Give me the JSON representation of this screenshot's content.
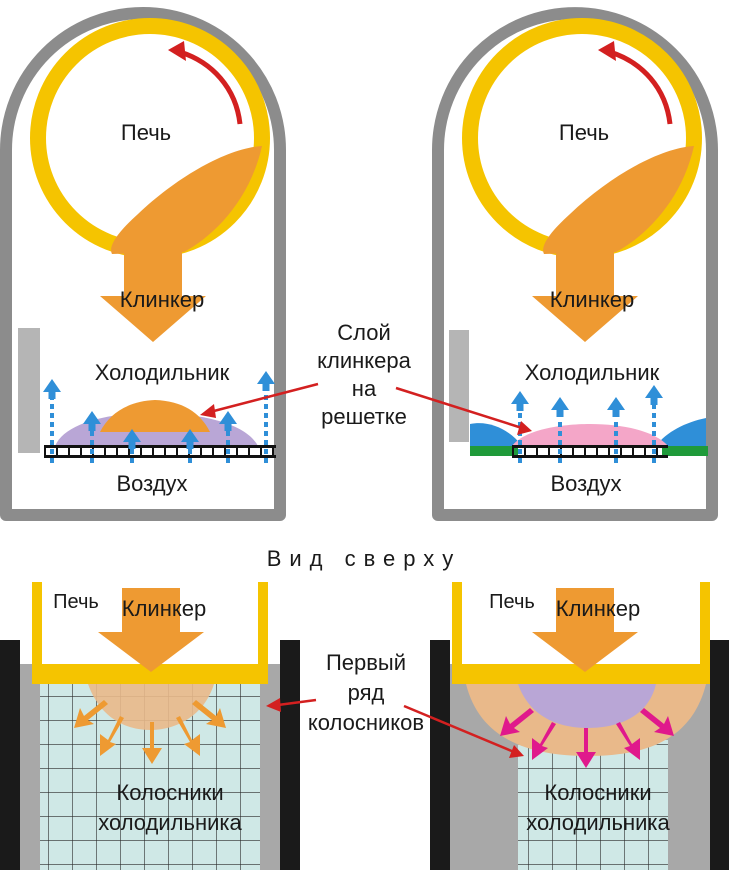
{
  "labels": {
    "kiln": "Печь",
    "clinker": "Клинкер",
    "cooler": "Холодильник",
    "air": "Воздух",
    "layer_line1": "Слой",
    "layer_line2": "клинкера",
    "layer_line3": "на",
    "layer_line4": "решетке",
    "top_view": "Вид сверху",
    "first_row_line1": "Первый",
    "first_row_line2": "ряд",
    "first_row_line3": "колосников",
    "grates_line1": "Колосники",
    "grates_line2": "холодильника"
  },
  "colors": {
    "shell": "#8c8c8c",
    "kiln_ring": "#f5c400",
    "clinker": "#ee9a32",
    "air": "#2f8fd8",
    "arrow_red": "#d32020",
    "layer_pink": "#f4a6c8",
    "layer_lilac": "#b9a6d6",
    "grate_fill": "#cfe8e6",
    "fan_arrow": "#e0198c",
    "green_bar": "#1f9a3a"
  }
}
